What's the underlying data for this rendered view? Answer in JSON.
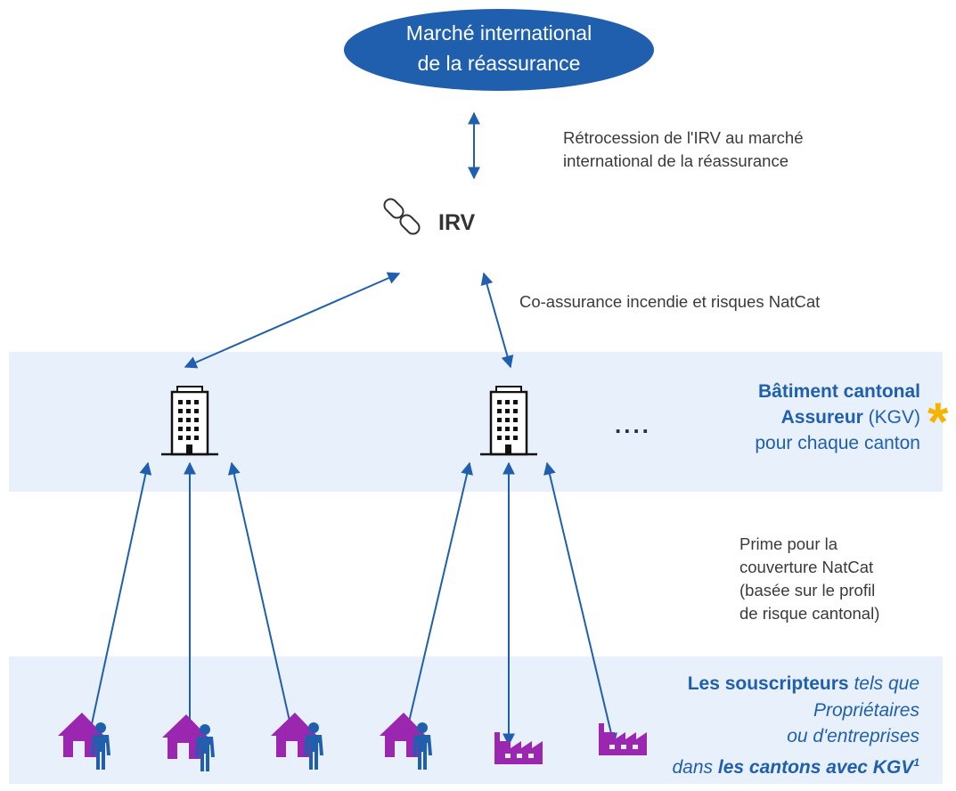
{
  "top_node": {
    "line1": "Marché international",
    "line2": "de la réassurance"
  },
  "retrocession": {
    "line1": "Rétrocession de l'IRV au marché",
    "line2": "international de la réassurance"
  },
  "irv": {
    "label": "IRV",
    "icon": "chain-link-icon"
  },
  "coassurance": {
    "label": "Co-assurance incendie et risques NatCat"
  },
  "kgv": {
    "line1": "Bâtiment cantonal",
    "line2_bold": "Assureur",
    "line2_rest": " (KGV)",
    "line3": "pour chaque canton",
    "ellipsis": "...."
  },
  "prime": {
    "line1": "Prime pour la",
    "line2": "couverture NatCat",
    "line3": "(basée sur le profil",
    "line4": "de risque cantonal)"
  },
  "subscribers": {
    "line1_bold": "Les souscripteurs",
    "line1_italic": " tels que",
    "line2": "Propriétaires",
    "line3": "ou d'entreprises",
    "line4_italic": "dans ",
    "line4_bold": "les cantons avec KGV",
    "footnote": "1"
  },
  "colors": {
    "blue": "#1f5fae",
    "purple": "#9b27b0",
    "band": "#e8f1fb",
    "star": "#f5b400"
  }
}
